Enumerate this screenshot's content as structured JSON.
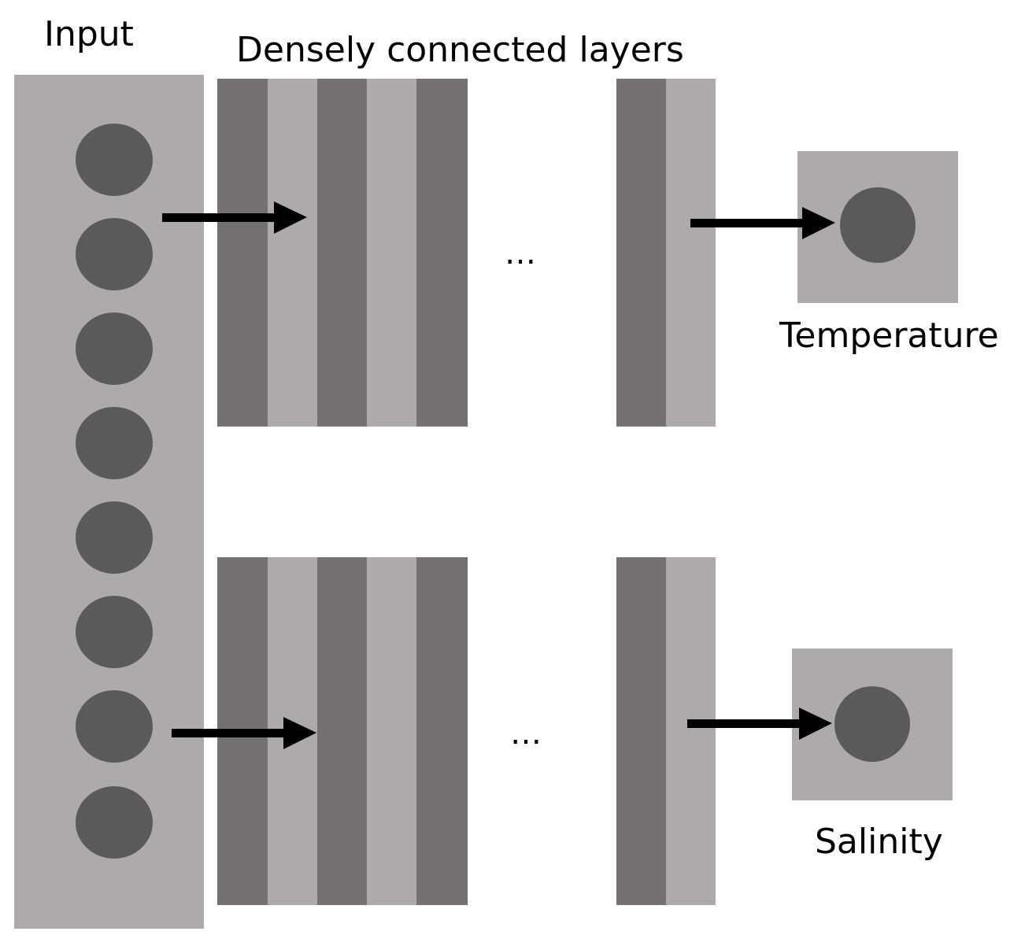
{
  "labels": {
    "input": "Input",
    "dense_layers": "Densely connected layers",
    "temperature": "Temperature",
    "salinity": "Salinity",
    "ellipsis_top": "…",
    "ellipsis_bottom": "…"
  },
  "colors": {
    "background": "#ffffff",
    "panel_light": "#aeaaaa",
    "stripe_dark": "#767171",
    "node": "#5a5a5a",
    "arrow": "#000000",
    "text": "#000000"
  },
  "diagram": {
    "input_node_count": 8,
    "branch_count": 2
  }
}
